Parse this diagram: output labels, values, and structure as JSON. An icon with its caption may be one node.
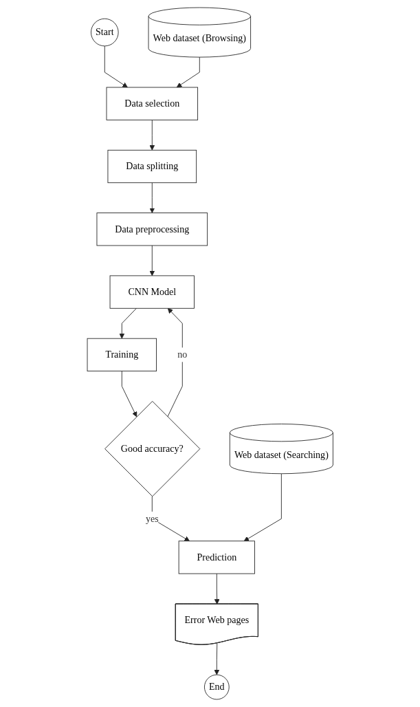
{
  "diagram": {
    "nodes": [
      {
        "text": [
          "Start"
        ]
      },
      {
        "text": [
          "Web dataset (Browsing)"
        ]
      },
      {
        "text": [
          "Data selection"
        ]
      },
      {
        "text": [
          "Data splitting"
        ]
      },
      {
        "text": [
          "Data preprocessing"
        ]
      },
      {
        "text": [
          "CNN Model"
        ]
      },
      {
        "text": [
          "Training"
        ]
      },
      {
        "text": [
          "Good accuracy?"
        ]
      },
      {
        "text": [
          "Web dataset (Searching)"
        ]
      },
      {
        "text": [
          "Prediction"
        ]
      },
      {
        "text": [
          "Error Web pages"
        ]
      },
      {
        "text": [
          "End"
        ]
      }
    ],
    "edges": [
      {
        "from": 0,
        "to": 2,
        "arrow": "to"
      },
      {
        "from": 1,
        "to": 2,
        "arrow": "to"
      },
      {
        "from": 2,
        "to": 3,
        "arrow": "to"
      },
      {
        "from": 3,
        "to": 4,
        "arrow": "to"
      },
      {
        "from": 4,
        "to": 5,
        "arrow": "to"
      },
      {
        "from": 5,
        "to": 6,
        "arrow": "to"
      },
      {
        "from": 6,
        "to": 7,
        "arrow": "to"
      },
      {
        "from": 7,
        "to": 5,
        "label": "no",
        "arrow": "to"
      },
      {
        "from": 7,
        "to": 9,
        "label": "yes",
        "arrow": "to"
      },
      {
        "from": 8,
        "to": 9,
        "arrow": "to"
      },
      {
        "from": 9,
        "to": 10,
        "arrow": "to"
      },
      {
        "from": 10,
        "to": 11,
        "arrow": "to"
      }
    ]
  }
}
